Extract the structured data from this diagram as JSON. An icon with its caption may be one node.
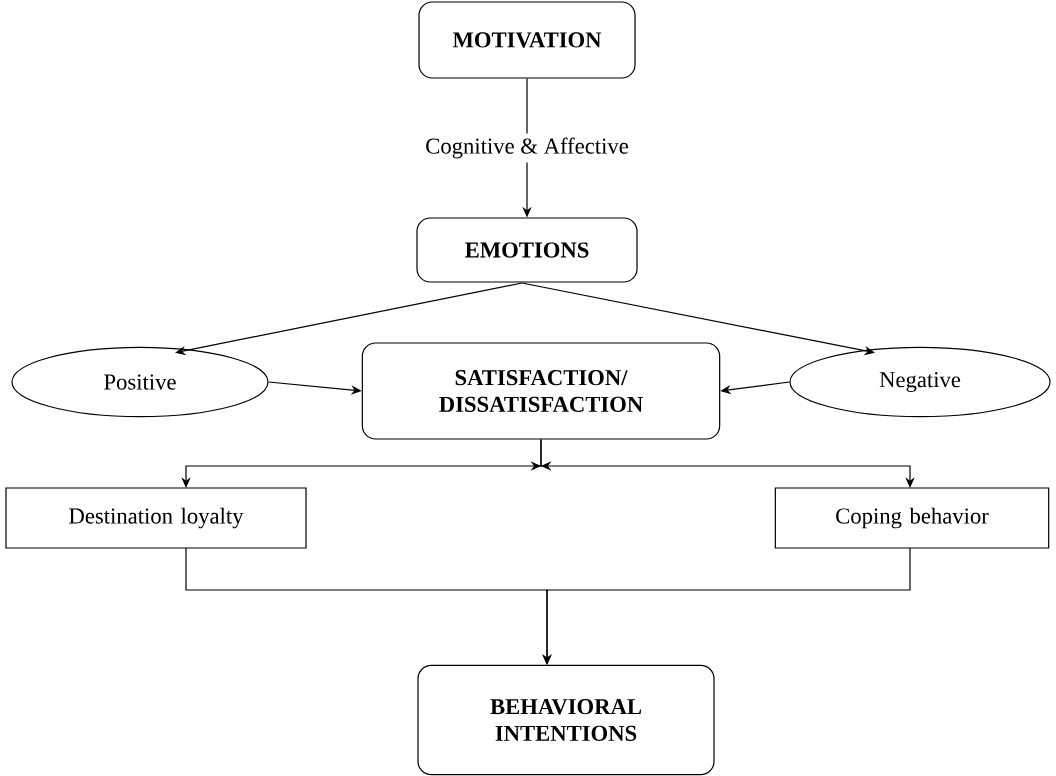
{
  "diagram": {
    "nodes": [
      {
        "text": [
          "MOTIVATION"
        ]
      },
      {
        "text": [
          "EMOTIONS"
        ]
      },
      {
        "text": [
          "Positive"
        ]
      },
      {
        "text": [
          "SATISFACTION/ DISSATISFACTION"
        ]
      },
      {
        "text": [
          "Negative"
        ]
      },
      {
        "text": [
          "Destination loyalty"
        ]
      },
      {
        "text": [
          "Coping behavior"
        ]
      },
      {
        "text": [
          "BEHAVIORAL INTENTIONS"
        ]
      }
    ],
    "edges": [
      {
        "from": 0,
        "to": 1,
        "arrow": "to",
        "label": "Cognitive & Affective"
      },
      {
        "from": 1,
        "to": 2,
        "arrow": "to"
      },
      {
        "from": 1,
        "to": 4,
        "arrow": "to"
      },
      {
        "from": 2,
        "to": 3,
        "arrow": "to"
      },
      {
        "from": 4,
        "to": 3,
        "arrow": "to"
      },
      {
        "from": 3,
        "to": 5,
        "arrow": "to"
      },
      {
        "from": 3,
        "to": 6,
        "arrow": "to"
      },
      {
        "from": 5,
        "to": 7,
        "arrow": "to"
      },
      {
        "from": 6,
        "to": 7,
        "arrow": "to"
      }
    ]
  }
}
